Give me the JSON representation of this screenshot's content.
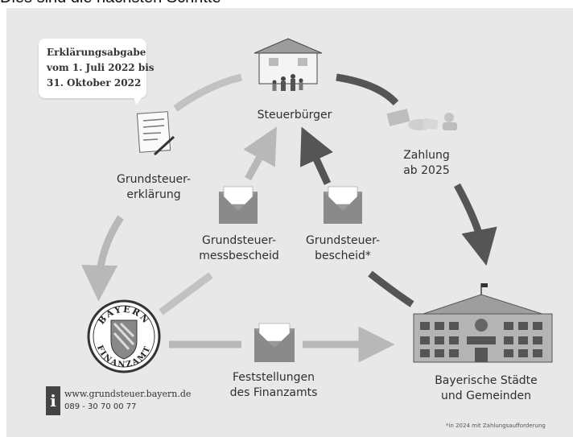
{
  "top_strip_text": "Dies sind die nächsten Schritte",
  "bubble": {
    "lines": [
      "Erklärungsabgabe",
      "vom 1. Juli 2022 bis",
      "31. Oktober 2022"
    ]
  },
  "nodes": {
    "steuerbuerger": "Steuerbürger",
    "erklaerung": [
      "Grundsteuer-",
      "erklärung"
    ],
    "zahlung": [
      "Zahlung",
      "ab 2025"
    ],
    "messbescheid": [
      "Grundsteuer-",
      "messbescheid"
    ],
    "bescheid": [
      "Grundsteuer-",
      "bescheid*"
    ],
    "feststellungen": [
      "Feststellungen",
      "des Finanzamts"
    ],
    "staedte": [
      "Bayerische Städte",
      "und Gemeinden"
    ]
  },
  "seal": {
    "top_text": "BAYERN",
    "bottom_text": "FINANZAMT"
  },
  "contact": {
    "info_icon": "info-icon",
    "website": "www.grundsteuer.bayern.de",
    "phone": "089 - 30 70 00 77"
  },
  "footnote": "*in 2024 mit Zahlungsaufforderung",
  "colors": {
    "background": "#e8e8e8",
    "arrow_light": "#b8b8b8",
    "arrow_dark": "#555555",
    "text": "#2f2f2f"
  }
}
